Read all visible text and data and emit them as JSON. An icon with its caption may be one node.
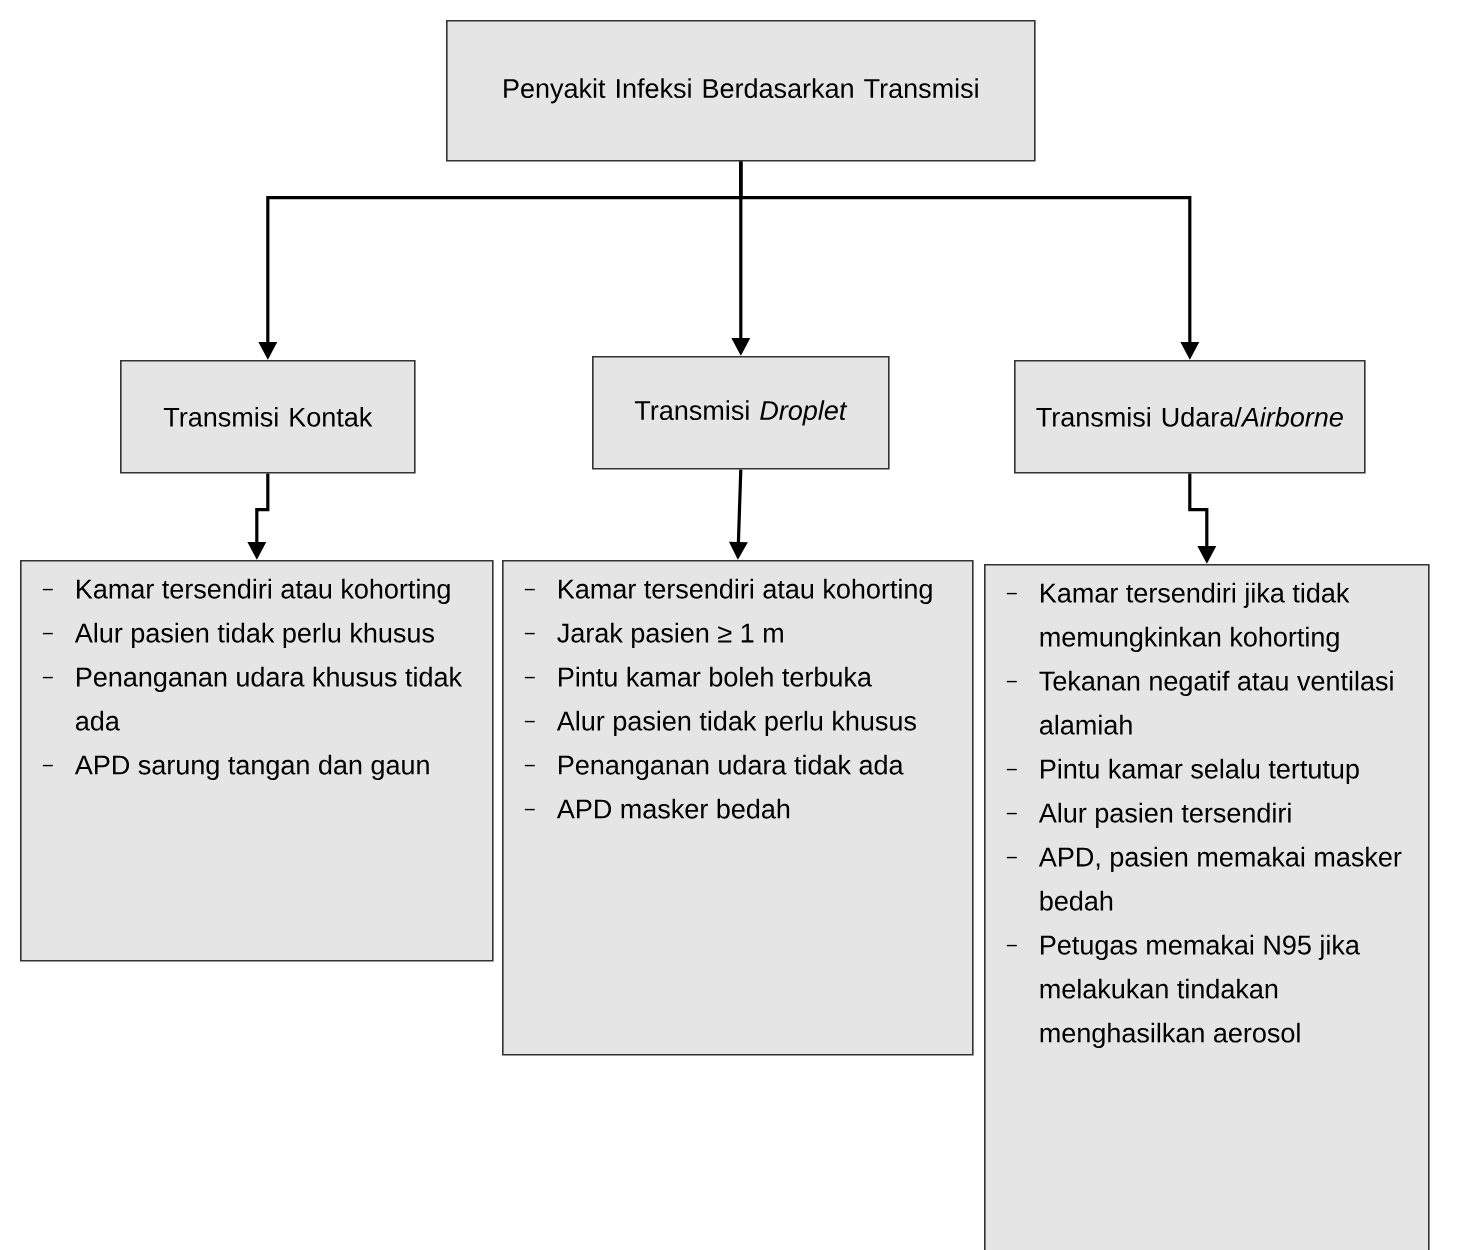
{
  "diagram": {
    "nodes": [
      {
        "text": [
          "Penyakit Infeksi Berdasarkan Transmisi"
        ]
      },
      {
        "text": [
          "Transmisi Kontak"
        ]
      },
      {
        "text": [
          "Transmisi *Droplet*"
        ]
      },
      {
        "text": [
          "Transmisi Udara/*Airborne*"
        ]
      },
      {
        "text": [
          "Kamar tersendiri atau kohorting",
          "Alur pasien tidak perlu khusus",
          "Penanganan udara khusus tidak ada",
          "APD sarung tangan dan gaun"
        ]
      },
      {
        "text": [
          "Kamar tersendiri atau kohorting",
          "Jarak pasien ≥ 1 m",
          "Pintu kamar boleh terbuka",
          "Alur pasien tidak perlu khusus",
          "Penanganan udara tidak ada",
          "APD masker bedah"
        ]
      },
      {
        "text": [
          "Kamar tersendiri jika tidak memungkinkan kohorting",
          "Tekanan negatif atau ventilasi alamiah",
          "Pintu kamar selalu tertutup",
          "Alur pasien tersendiri",
          "APD, pasien memakai masker bedah",
          "Petugas memakai N95 jika melakukan tindakan menghasilkan aerosol"
        ]
      }
    ],
    "edges": [
      {
        "from": 0,
        "to": 1,
        "arrow": "to"
      },
      {
        "from": 0,
        "to": 2,
        "arrow": "to"
      },
      {
        "from": 0,
        "to": 3,
        "arrow": "to"
      },
      {
        "from": 1,
        "to": 4,
        "arrow": "to"
      },
      {
        "from": 2,
        "to": 5,
        "arrow": "to"
      },
      {
        "from": 3,
        "to": 6,
        "arrow": "to"
      }
    ]
  }
}
